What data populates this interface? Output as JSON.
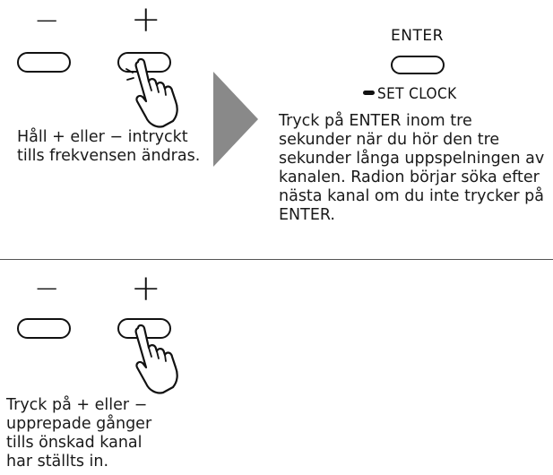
{
  "step1": {
    "minus_symbol": "−",
    "plus_symbol": "+",
    "caption": "Håll + eller − intryckt tills frekvensen ändras."
  },
  "step2": {
    "enter_label": "ENTER",
    "set_clock_label": "SET CLOCK",
    "caption": "Tryck på ENTER inom tre sekunder när du hör den tre sekunder långa uppspelningen av kanalen. Radion börjar söka efter nästa kanal om du inte trycker på ENTER."
  },
  "step3": {
    "minus_symbol": "−",
    "plus_symbol": "+",
    "caption": "Tryck på + eller − upprepade gånger tills önskad kanal har ställts in."
  },
  "colors": {
    "arrow": "#898989",
    "divider": "#555555",
    "stroke": "#111111"
  },
  "icons": {
    "hand": "pointing-hand-icon",
    "arrow": "arrow-right-icon"
  }
}
